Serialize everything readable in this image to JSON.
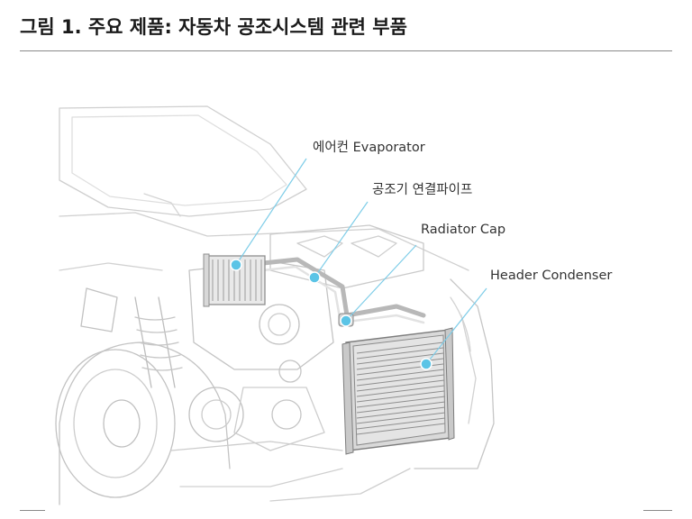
{
  "figure": {
    "title": "그림 1. 주요 제품: 자동차 공조시스템 관련 부품"
  },
  "callouts": {
    "evaporator": "에어컨 Evaporator",
    "pipe": "공조기 연결파이프",
    "radiator_cap": "Radiator Cap",
    "condenser": "Header Condenser"
  },
  "colors": {
    "callout_dot": "#5bc4e6",
    "callout_line": "#7ecde8",
    "drawing_line": "#c8c8c8"
  }
}
